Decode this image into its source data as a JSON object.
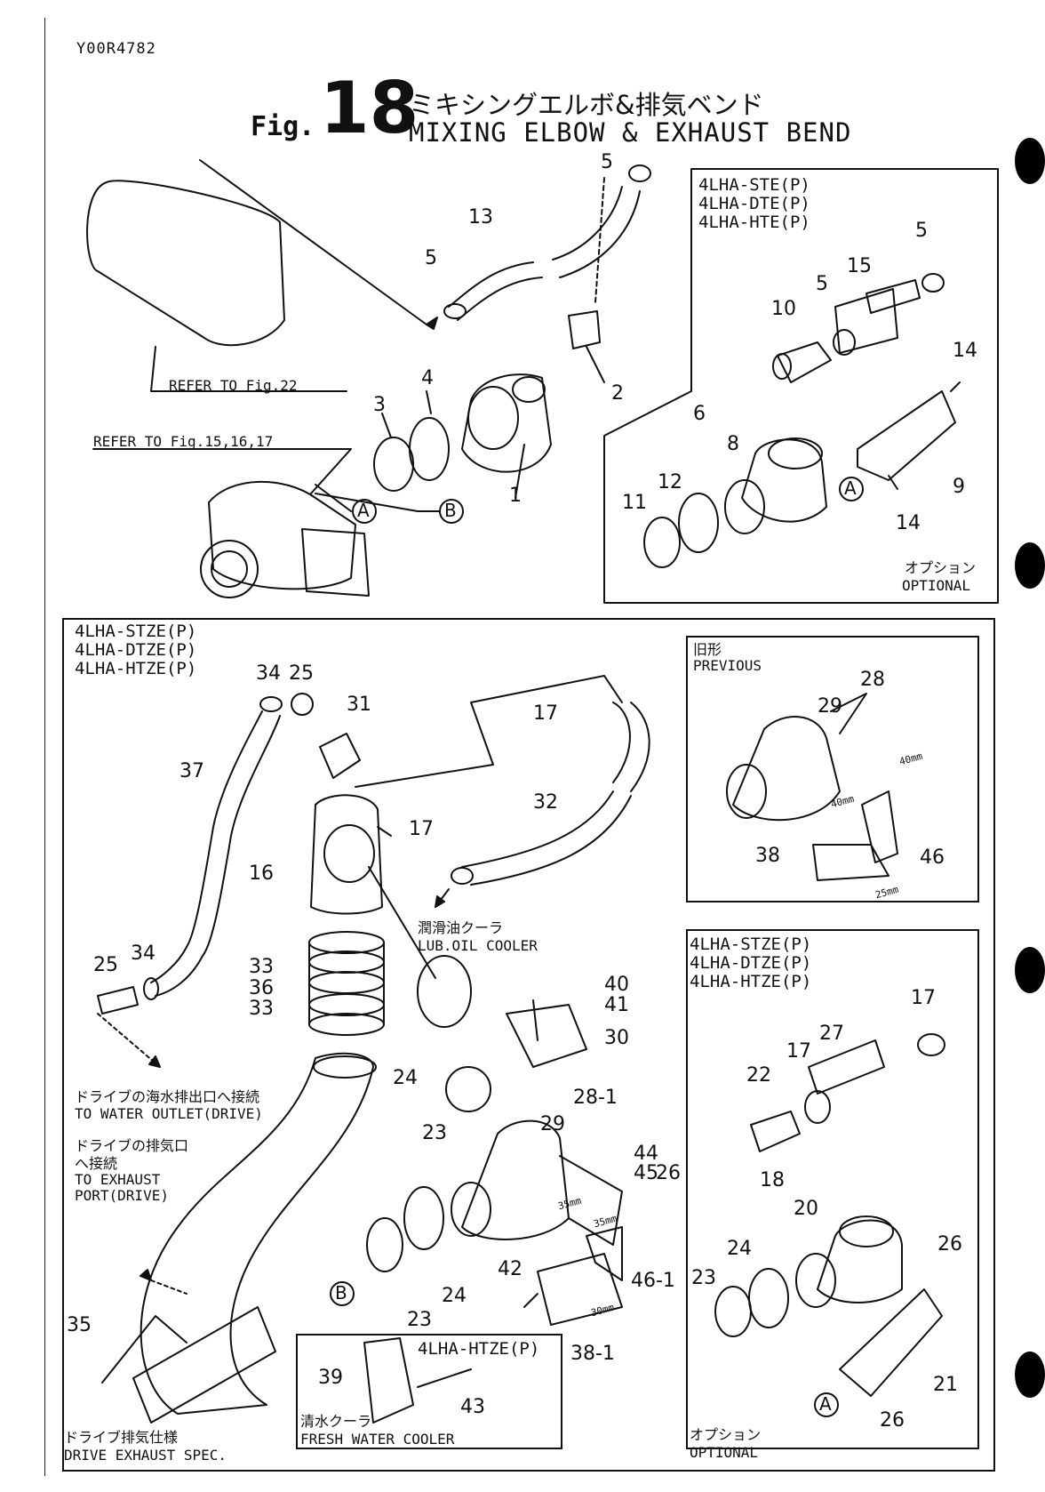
{
  "header": {
    "doc_code": "Y00R4782",
    "fig_word": "Fig.",
    "fig_number": "18",
    "title_ja": "ミキシングエルボ&排気ベンド",
    "title_en": "MIXING ELBOW & EXHAUST BEND"
  },
  "top": {
    "refer_22": "REFER TO Fig.22",
    "refer_15": "REFER TO Fig.15,16,17",
    "callouts": [
      "5",
      "13",
      "5",
      "2",
      "4",
      "3",
      "1"
    ],
    "markers": [
      "A",
      "B"
    ]
  },
  "optional_top": {
    "models": [
      "4LHA-STE(P)",
      "4LHA-DTE(P)",
      "4LHA-HTE(P)"
    ],
    "callouts": [
      "5",
      "15",
      "5",
      "10",
      "14",
      "6",
      "8",
      "12",
      "11",
      "9",
      "14"
    ],
    "marker": "A",
    "label_ja": "オプション",
    "label_en": "OPTIONAL"
  },
  "lower": {
    "models": [
      "4LHA-STZE(P)",
      "4LHA-DTZE(P)",
      "4LHA-HTZE(P)"
    ],
    "callouts": [
      "34",
      "25",
      "31",
      "17",
      "37",
      "32",
      "17",
      "16",
      "25",
      "34",
      "33",
      "36",
      "33",
      "24",
      "40",
      "41",
      "30",
      "23",
      "28-1",
      "29",
      "44",
      "45",
      "26",
      "42",
      "46-1",
      "24",
      "23",
      "38-1",
      "35"
    ],
    "marker_b": "B",
    "lub_ja": "潤滑油クーラ",
    "lub_en": "LUB.OIL COOLER",
    "water_ja": "ドライブの海水排出口へ接続",
    "water_en": "TO WATER OUTLET(DRIVE)",
    "exhaust_ja1": "ドライブの排気口",
    "exhaust_ja2": "へ接続",
    "exhaust_en1": "TO EXHAUST",
    "exhaust_en2": "PORT(DRIVE)",
    "drive_ja": "ドライブ排気仕様",
    "drive_en": "DRIVE EXHAUST SPEC."
  },
  "previous": {
    "label_ja": "旧形",
    "label_en": "PREVIOUS",
    "callouts": [
      "28",
      "29",
      "38",
      "46"
    ],
    "dims": [
      "40mm",
      "40mm",
      "25mm"
    ]
  },
  "optional_bottom": {
    "models": [
      "4LHA-STZE(P)",
      "4LHA-DTZE(P)",
      "4LHA-HTZE(P)"
    ],
    "callouts": [
      "17",
      "27",
      "17",
      "22",
      "18",
      "20",
      "24",
      "23",
      "26",
      "21",
      "26"
    ],
    "marker": "A",
    "label_ja": "オプション",
    "label_en": "OPTIONAL"
  },
  "fresh_water": {
    "model": "4LHA-HTZE(P)",
    "callouts": [
      "39",
      "43"
    ],
    "label_ja": "清水クーラ",
    "label_en": "FRESH WATER COOLER"
  },
  "dims_main": [
    "35mm",
    "35mm",
    "30mm"
  ]
}
